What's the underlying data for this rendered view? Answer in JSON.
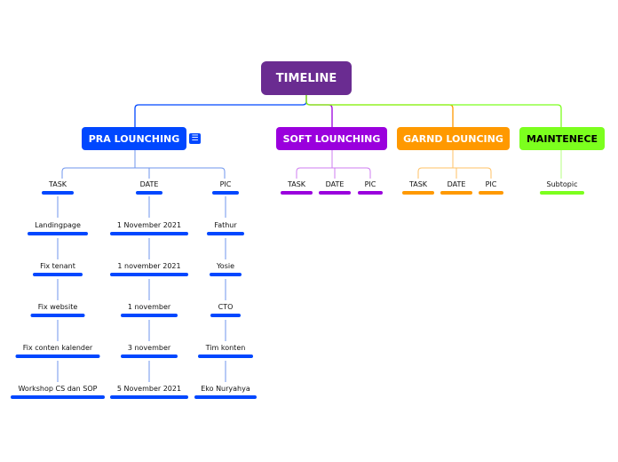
{
  "root": {
    "label": "TIMELINE"
  },
  "branches": {
    "pra": {
      "label": "PRA LOUNCHING",
      "note_icon": "notes-icon",
      "color": "#0047ff",
      "columns": {
        "task": {
          "header": "TASK",
          "items": [
            "Landingpage",
            "Fix tenant",
            "Fix website",
            "Fix conten kalender",
            "Workshop CS dan SOP"
          ]
        },
        "date": {
          "header": "DATE",
          "items": [
            "1 November 2021",
            "1 november 2021",
            "1 november",
            "3 november",
            "5 November 2021"
          ]
        },
        "pic": {
          "header": "PIC",
          "items": [
            "Fathur",
            "Yosie",
            "CTO",
            "Tim konten",
            "Eko Nuryahya"
          ]
        }
      }
    },
    "soft": {
      "label": "SOFT LOUNCHING",
      "color": "#9a00dd",
      "columns": [
        "TASK",
        "DATE",
        "PIC"
      ]
    },
    "grand": {
      "label": "GARND LOUNCING",
      "color": "#ff9900",
      "columns": [
        "TASK",
        "DATE",
        "PIC"
      ]
    },
    "maint": {
      "label": "MAINTENECE",
      "color": "#7cff1e",
      "subtopic": "Subtopic"
    }
  },
  "root_color": "#6a2c91"
}
